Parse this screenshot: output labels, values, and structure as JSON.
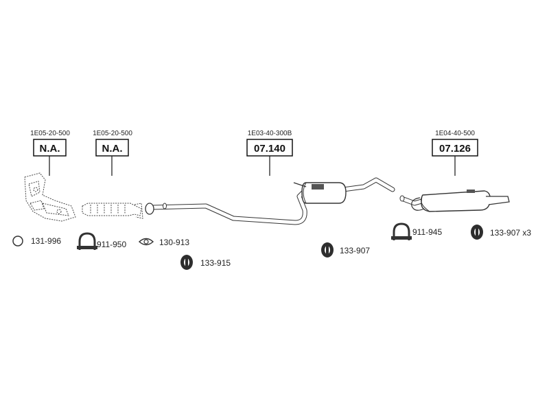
{
  "assemblies": [
    {
      "code": "1E05-20-500",
      "box": "N.A."
    },
    {
      "code": "1E05-20-500",
      "box": "N.A."
    },
    {
      "code": "1E03-40-300B",
      "box": "07.140"
    },
    {
      "code": "1E04-40-500",
      "box": "07.126"
    }
  ],
  "parts": [
    {
      "label": "131-996",
      "icon": "ring-icon"
    },
    {
      "label": "911-950",
      "icon": "clamp-icon"
    },
    {
      "label": "130-913",
      "icon": "gasket-icon"
    },
    {
      "label": "133-915",
      "icon": "rubber-mount-icon"
    },
    {
      "label": "133-907",
      "icon": "rubber-hanger-icon"
    },
    {
      "label": "911-945",
      "icon": "clamp-icon"
    },
    {
      "label": "133-907 x3",
      "icon": "rubber-hanger-icon"
    }
  ]
}
